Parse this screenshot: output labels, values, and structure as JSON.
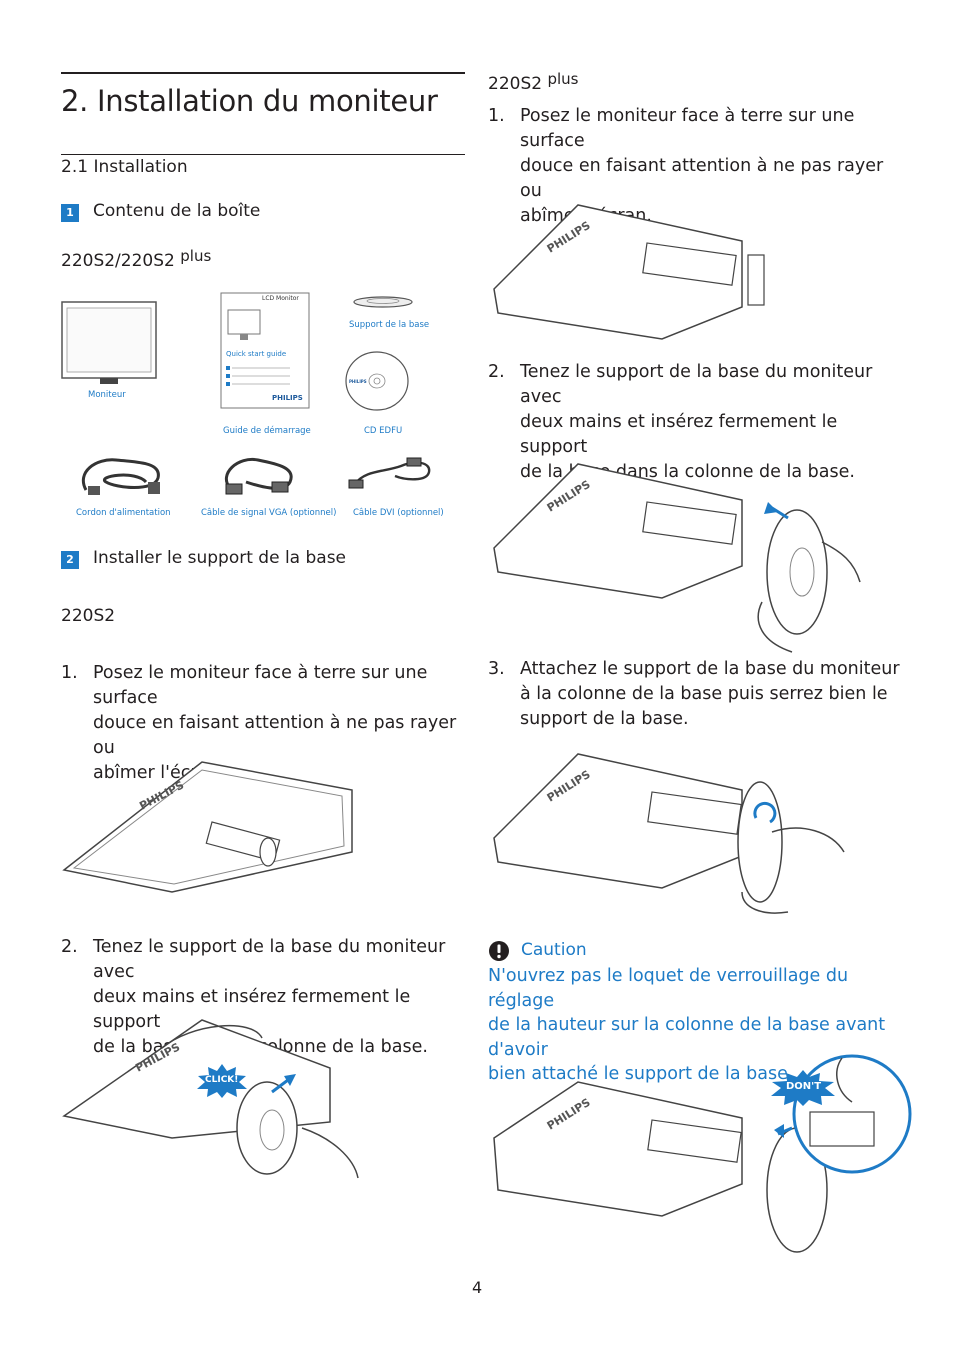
{
  "chapter_title": "2. Installation du moniteur",
  "section_title": "2.1  Installation",
  "subsections": [
    {
      "number": "1",
      "title": "Contenu de la boîte"
    },
    {
      "number": "2",
      "title": "Installer le support de la base"
    }
  ],
  "models": {
    "m1_main": "220S2/220S2",
    "m1_suffix": "plus",
    "m2_main": "220S2",
    "m3_main": "220S2",
    "m3_suffix": "plus"
  },
  "box_contents": {
    "moniteur": "Moniteur",
    "support": "Support de la base",
    "guide": "Guide de démarrage",
    "cd": "CD EDFU",
    "cordon": "Cordon d'alimentation",
    "vga": "Câble de signal VGA (optionnel)",
    "dvi": "Câble DVI (optionnel)"
  },
  "guide_text": {
    "lcd": "LCD Monitor",
    "qsg": "Quick start guide",
    "brand": "PHILIPS"
  },
  "steps_220S2": [
    {
      "num": "1.",
      "lines": [
        "Posez le moniteur face à terre sur une surface",
        "douce en faisant attention à ne pas rayer ou",
        "abîmer l'écran."
      ]
    },
    {
      "num": "2.",
      "lines": [
        "Tenez le support de la base du moniteur avec",
        "deux mains et insérez fermement le support",
        "de la base dans la colonne de la base."
      ]
    }
  ],
  "steps_plus": [
    {
      "num": "1.",
      "lines": [
        "Posez le moniteur face à terre sur une surface",
        "douce en faisant attention à ne pas rayer ou",
        "abîmer l'écran."
      ]
    },
    {
      "num": "2.",
      "lines": [
        "Tenez le support de la base du moniteur avec",
        "deux mains et insérez fermement le support",
        "de la base dans la colonne de la base."
      ]
    },
    {
      "num": "3.",
      "lines": [
        "Attachez le support de la base du moniteur",
        "à la colonne de la base puis serrez bien le",
        "support de la base."
      ]
    }
  ],
  "click_label": "CLICK!",
  "dont_label": "DON'T",
  "caution": {
    "title": "Caution",
    "lines": [
      "N'ouvrez pas le loquet de verrouillage du réglage",
      "de la hauteur sur la colonne de la base avant d'avoir",
      "bien attaché le support de la base."
    ]
  },
  "page_number": "4",
  "colors": {
    "accent": "#1e7bc6",
    "text": "#231f20"
  }
}
